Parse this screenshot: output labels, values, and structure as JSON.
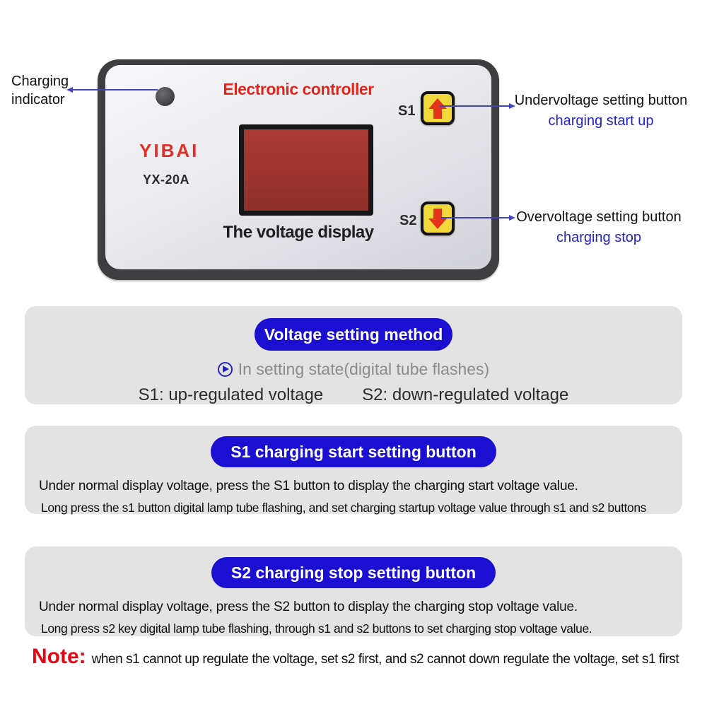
{
  "device": {
    "title": "Electronic controller",
    "brand": "YIBAI",
    "model": "YX-20A",
    "display_label": "The voltage display",
    "s1_label": "S1",
    "s2_label": "S2",
    "s1_button_icon": "up-arrow",
    "s2_button_icon": "down-arrow"
  },
  "annotations": {
    "charging_indicator": {
      "line1": "Charging",
      "line2": "indicator"
    },
    "s1": {
      "line1": "Undervoltage setting button",
      "line2": "charging start up"
    },
    "s2": {
      "line1": "Overvoltage setting button",
      "line2": "charging stop"
    }
  },
  "sections": {
    "voltage_setting": {
      "pill": "Voltage setting method",
      "state_line": "In setting state(digital tube flashes)",
      "s1_line": "S1: up-regulated voltage",
      "s2_line": "S2: down-regulated voltage"
    },
    "s1_section": {
      "pill": "S1 charging start setting button",
      "line1": "Under normal display voltage, press the S1 button to display the charging start voltage value.",
      "line2": "Long press the s1 button digital lamp tube flashing, and set charging startup voltage value through s1 and s2 buttons"
    },
    "s2_section": {
      "pill": "S2 charging stop setting button",
      "line1": "Under normal display voltage, press the S2 button to display the charging stop voltage value.",
      "line2": "Long press s2 key digital lamp tube flashing, through s1 and s2 buttons to set charging stop voltage value."
    }
  },
  "note": {
    "label": "Note:",
    "text": "when s1 cannot up regulate the voltage, set s2 first, and s2 cannot down regulate the voltage, set s1 first"
  },
  "colors": {
    "pill_blue": "#1b10d2",
    "annotation_blue": "#2424c4",
    "connector_blue": "#4343c0",
    "brand_red": "#e5231b",
    "note_red": "#e30613",
    "screen_red": "#a83a33",
    "button_yellow": "#f1d93b",
    "arrow_red": "#e6331c",
    "section_gray": "#e3e3e3",
    "device_frame": "#3e3e41"
  }
}
